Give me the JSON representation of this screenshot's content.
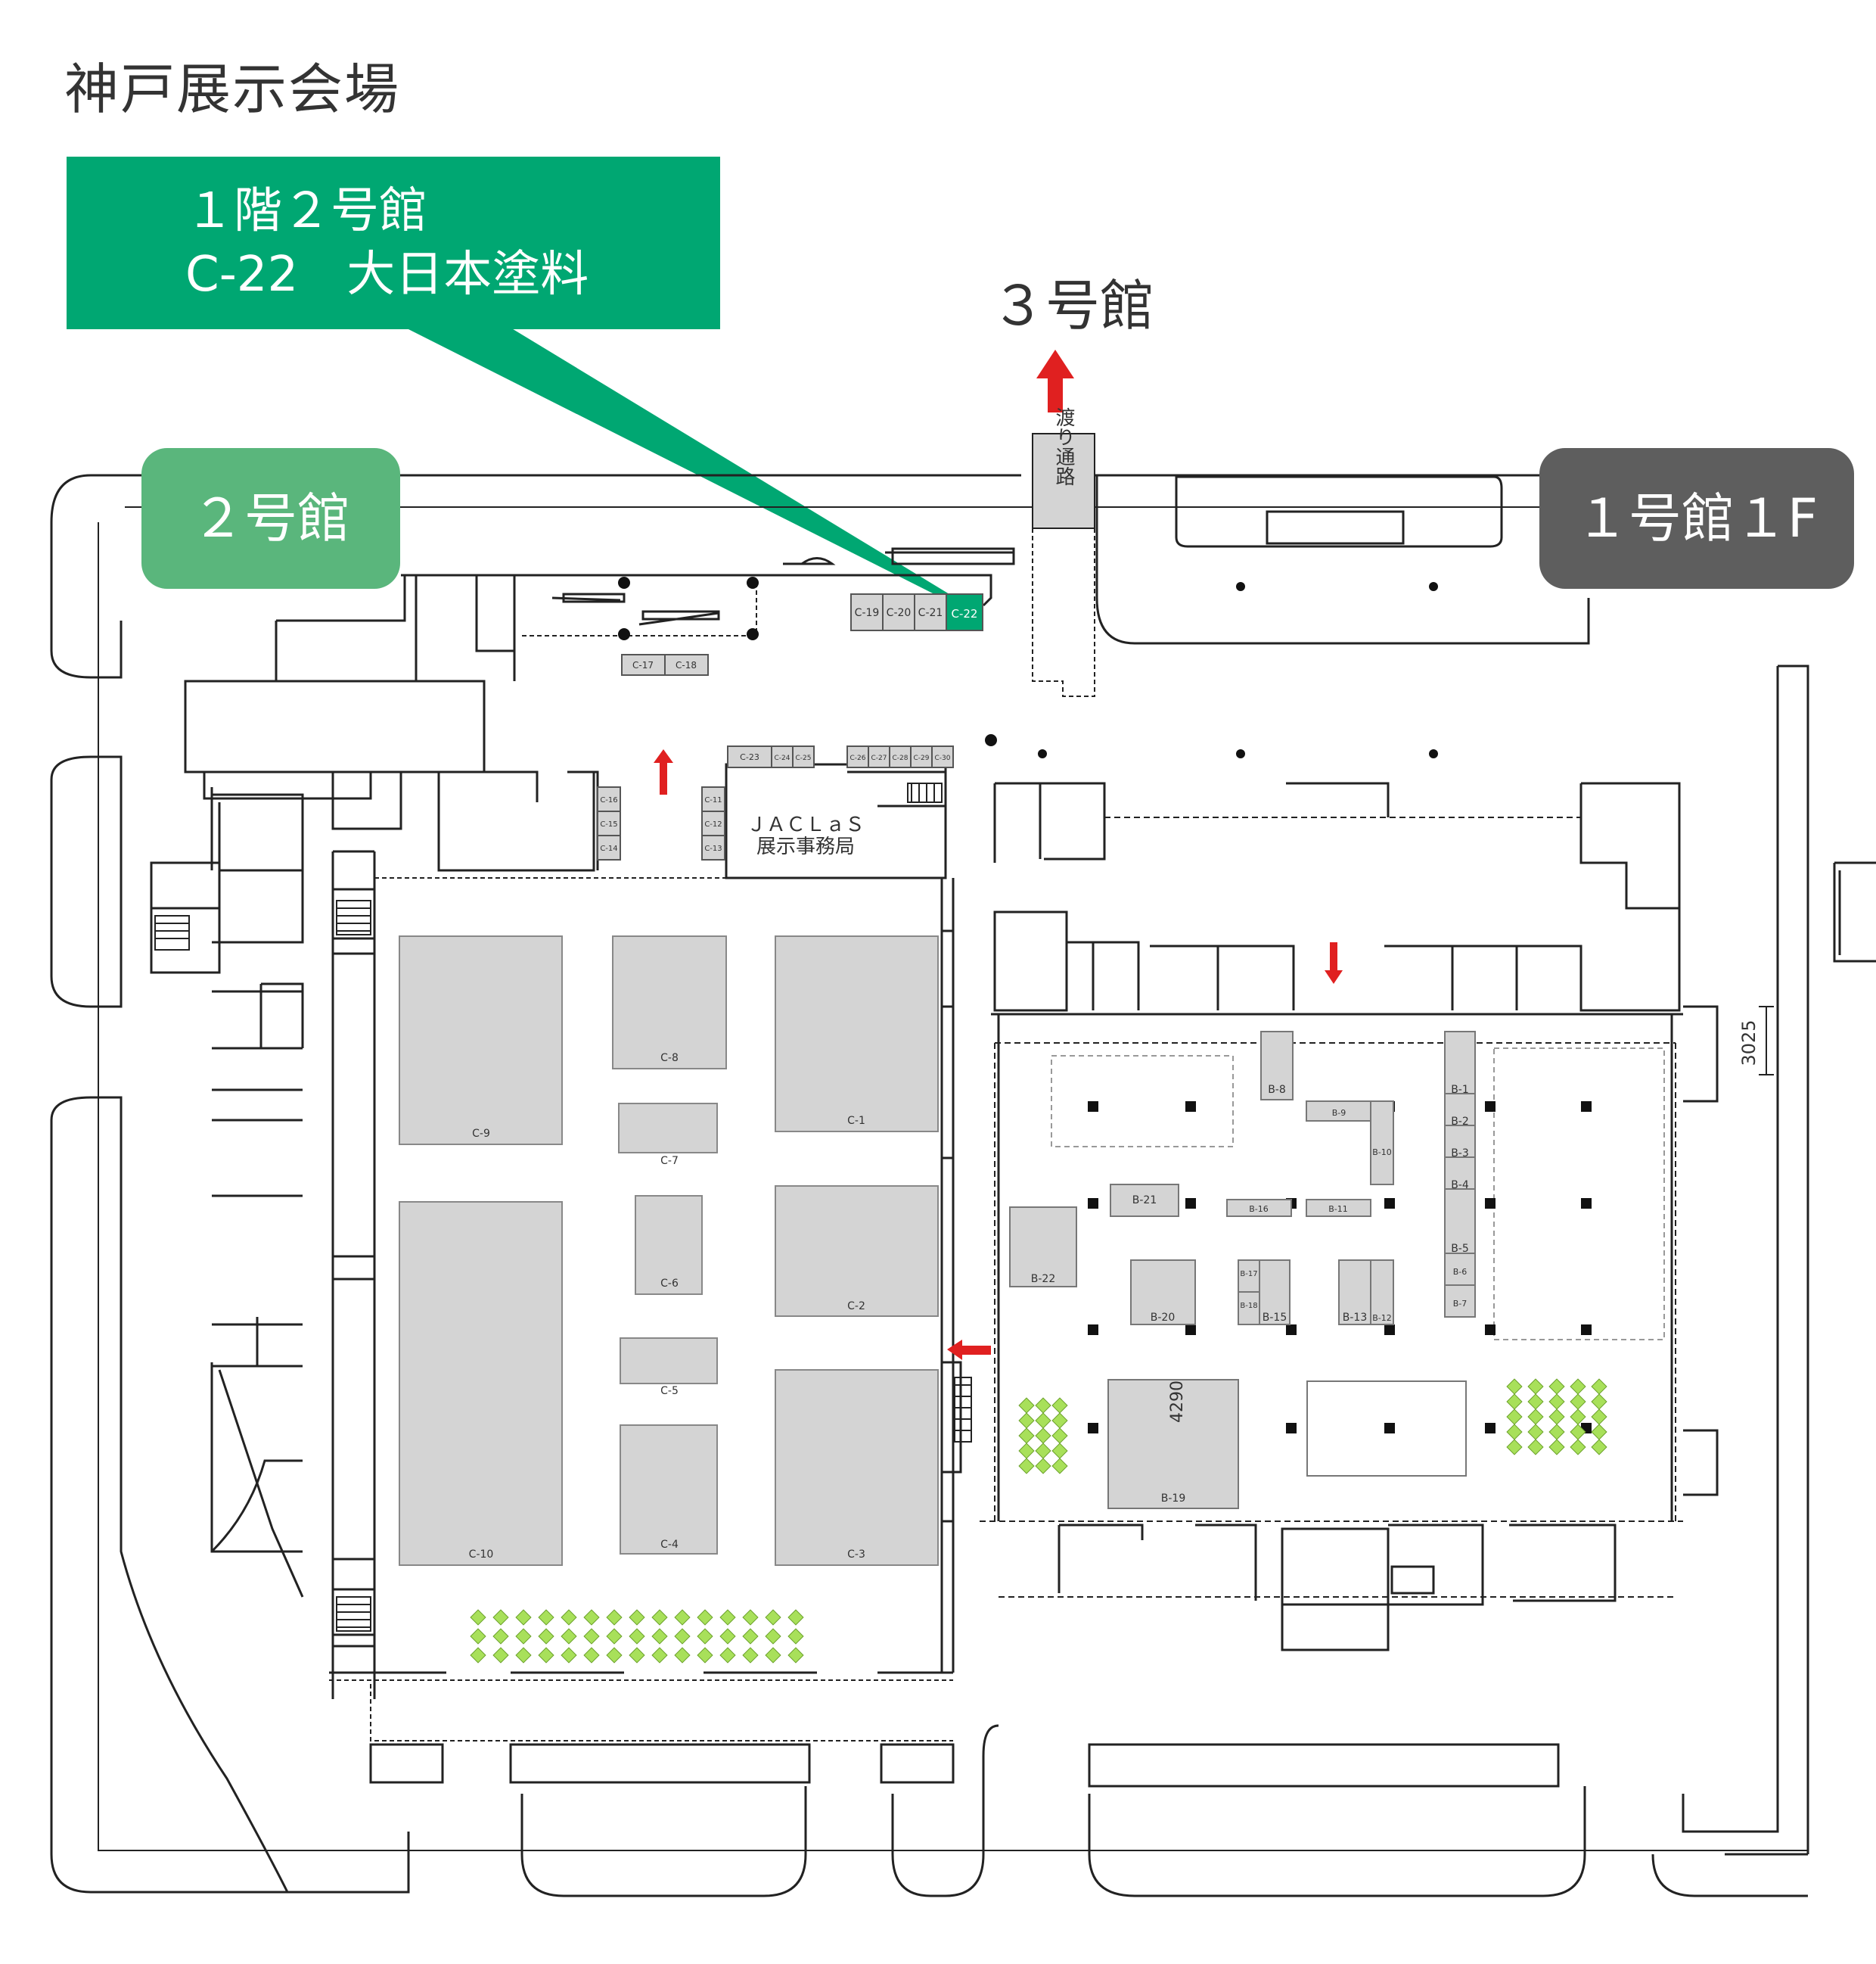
{
  "title": "神戸展示会場",
  "callout": {
    "line1": "１階２号館",
    "line2": "C-22　大日本塗料"
  },
  "badges": {
    "hall2": "２号館",
    "hall1": "１号館１F",
    "hall3": "３号館"
  },
  "corridor_label": "渡り通路",
  "office_label": {
    "line1": "ＪＡＣＬａＳ",
    "line2": "展示事務局"
  },
  "dimensions": {
    "d1": "3025",
    "d2": "4290"
  },
  "colors": {
    "highlight_booth": "#00a772",
    "callout": "#00a772",
    "hall2_badge": "#5ab67c",
    "hall1_badge": "#5e5e5e",
    "booth_fill": "#d4d4d4",
    "seating": "#a8e05a",
    "arrow": "#e02020"
  },
  "booths": {
    "hall2_large": [
      "C-9",
      "C-10",
      "C-8",
      "C-7",
      "C-6",
      "C-5",
      "C-4",
      "C-1",
      "C-2",
      "C-3"
    ],
    "hall2_small": [
      "C-17",
      "C-18",
      "C-19",
      "C-20",
      "C-21",
      "C-22",
      "C-23",
      "C-24",
      "C-25",
      "C-26",
      "C-27",
      "C-28",
      "C-29",
      "C-30",
      "C-16",
      "C-15",
      "C-14",
      "C-11",
      "C-12",
      "C-13"
    ],
    "hall1": [
      "B-1",
      "B-2",
      "B-3",
      "B-4",
      "B-5",
      "B-6",
      "B-7",
      "B-8",
      "B-9",
      "B-10",
      "B-11",
      "B-12",
      "B-13",
      "B-15",
      "B-16",
      "B-17",
      "B-18",
      "B-19",
      "B-20",
      "B-21",
      "B-22"
    ]
  },
  "highlighted_booth": "C-22"
}
